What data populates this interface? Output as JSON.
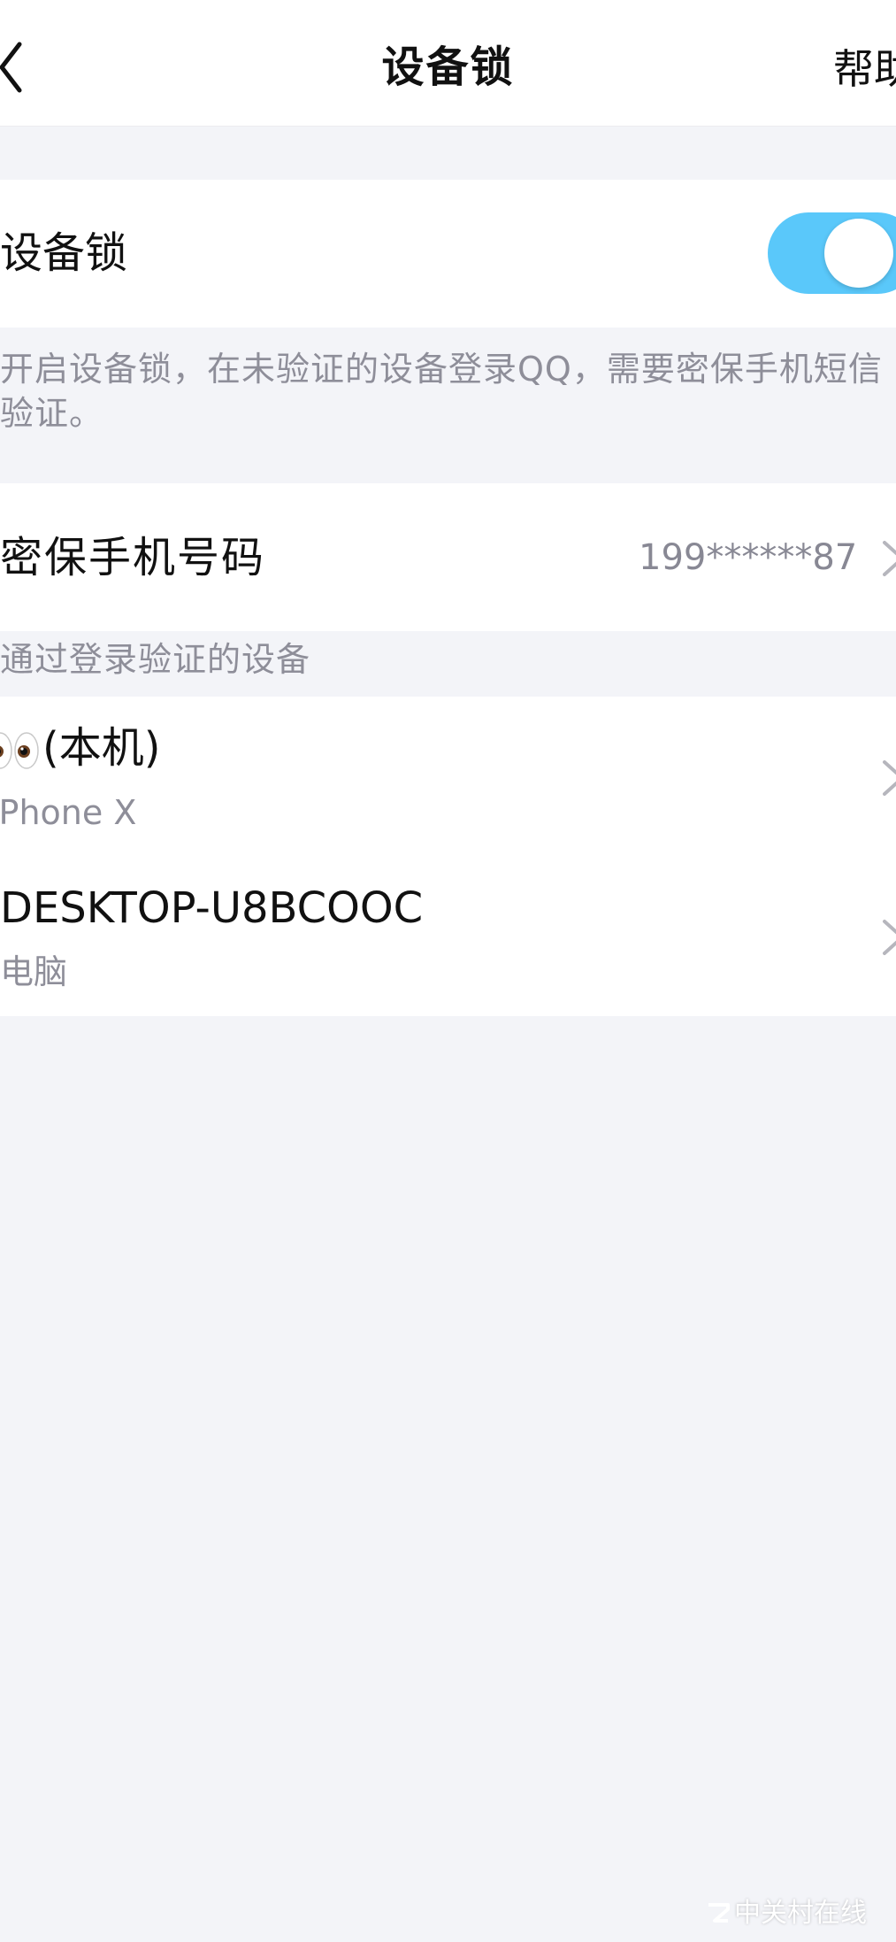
{
  "navbar": {
    "title": "设备锁",
    "help": "帮助",
    "back_icon": "chevron-left-icon"
  },
  "device_lock": {
    "label": "设备锁",
    "enabled": true,
    "toggle_color": "#5ac8fa"
  },
  "hint": "开启设备锁，在未验证的设备登录QQ，需要密保手机短信验证。",
  "phone": {
    "label": "密保手机号码",
    "value": "199******87",
    "icon": "chevron-right-icon"
  },
  "devices_header": "通过登录验证的设备",
  "devices": [
    {
      "name_prefix": "👀",
      "name": "(本机)",
      "type": "iPhone X",
      "icon": "chevron-right-icon"
    },
    {
      "name": "DESKTOP-U8BCOOC",
      "type": "电脑",
      "icon": "chevron-right-icon"
    }
  ],
  "watermark": "中关村在线"
}
